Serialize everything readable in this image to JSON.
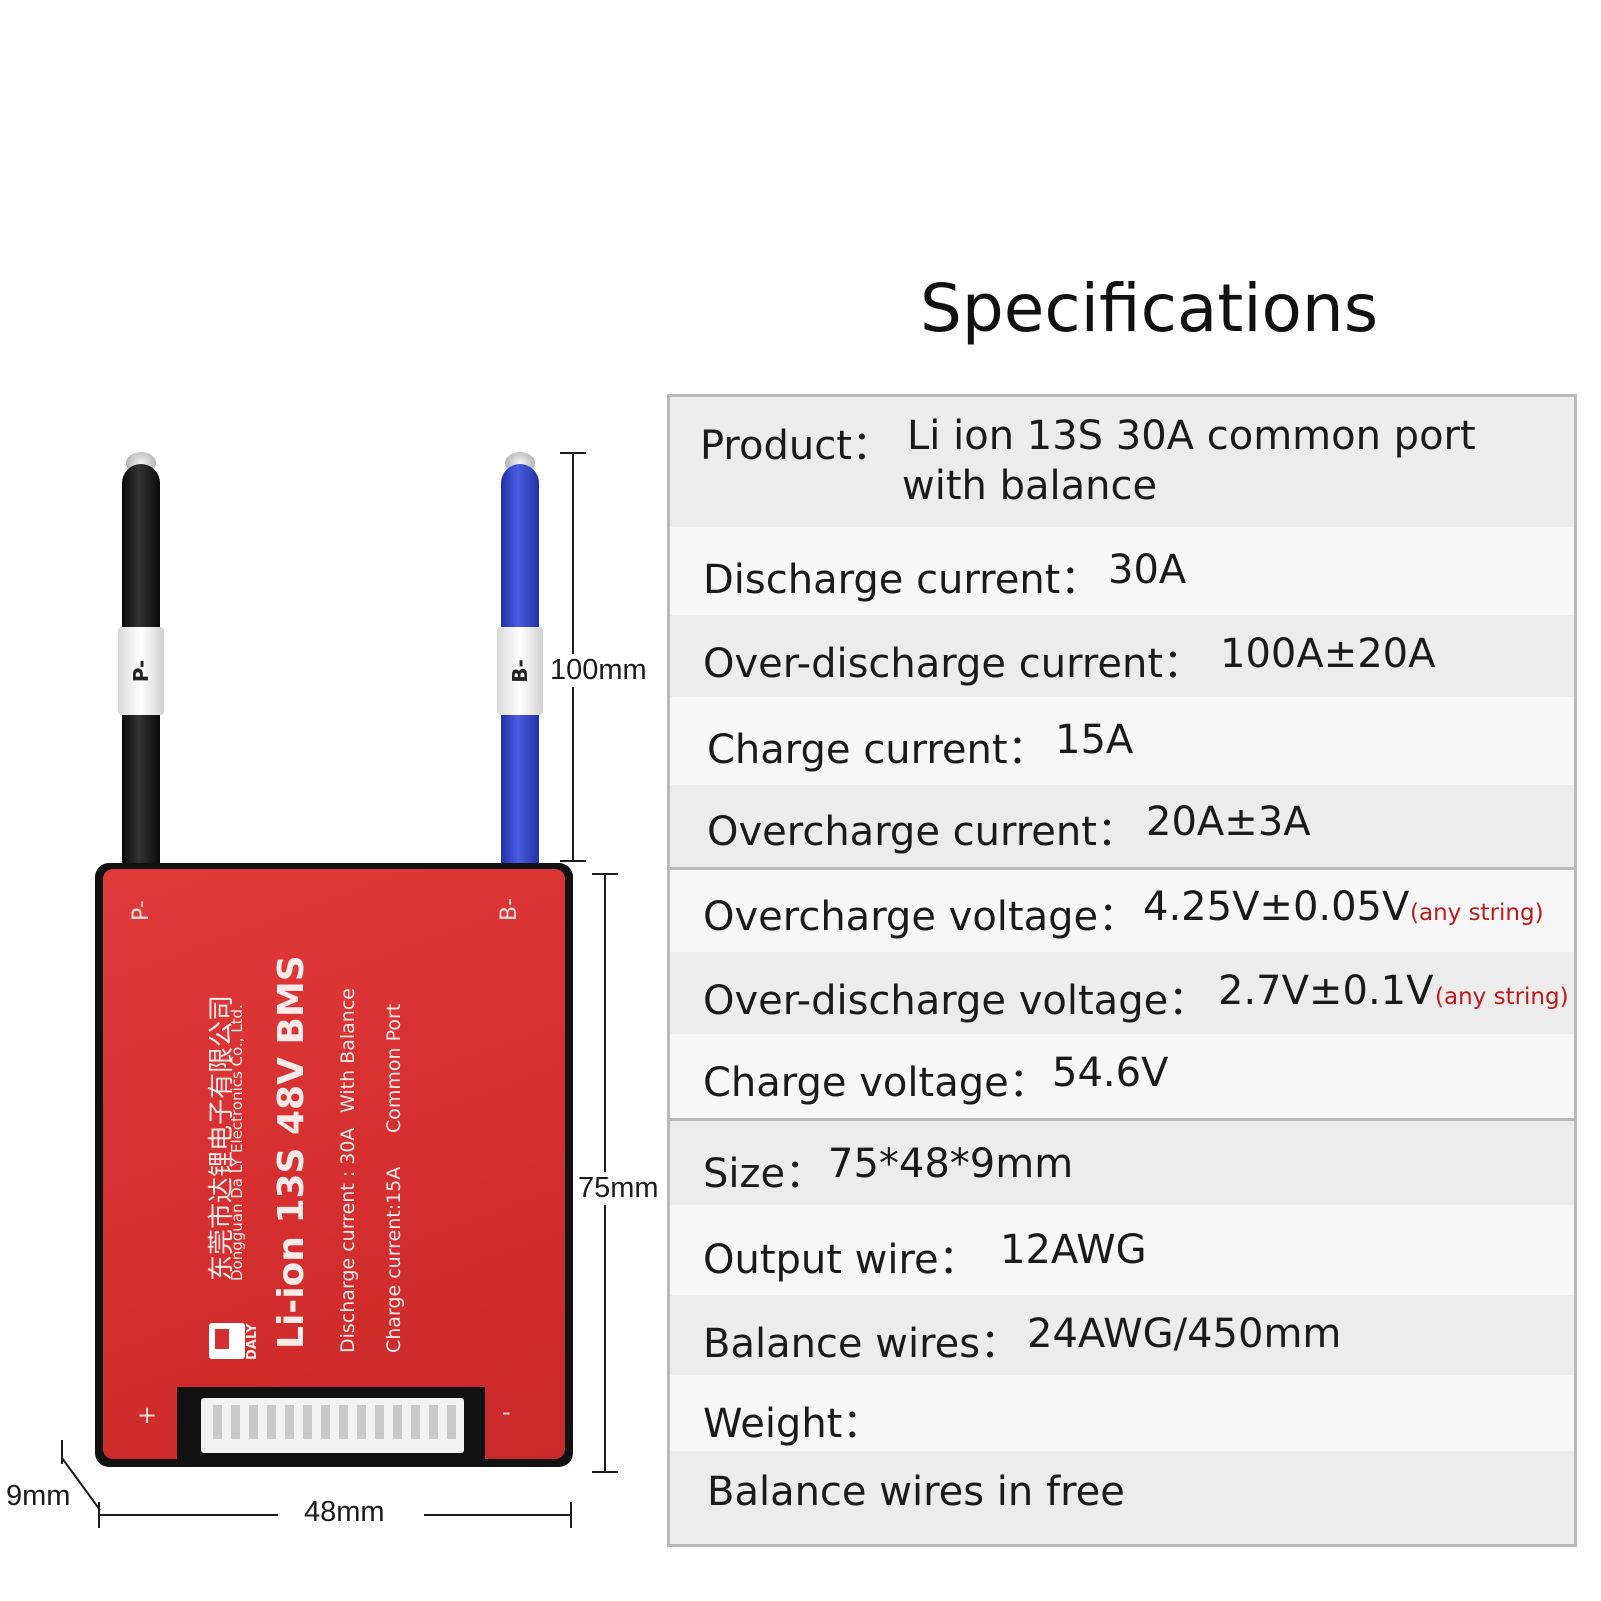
{
  "title": "Specifications",
  "specs": [
    {
      "label": "Product：",
      "value": "Li ion 13S 30A common port",
      "value_line2": "with balance"
    },
    {
      "label": "Discharge current：",
      "value": "30A"
    },
    {
      "label": "Over-discharge current：",
      "value": "100A±20A"
    },
    {
      "label": "Charge current：",
      "value": "15A"
    },
    {
      "label": "Overcharge current：",
      "value": "20A±3A"
    },
    {
      "label": "Overcharge voltage：",
      "value": "4.25V±0.05V",
      "note": "(any string)"
    },
    {
      "label": "Over-discharge voltage：",
      "value": "2.7V±0.1V",
      "note": "(any string)"
    },
    {
      "label": "Charge voltage：",
      "value": "54.6V"
    },
    {
      "label": "Size：",
      "value": "75*48*9mm"
    },
    {
      "label": "Output wire：",
      "value": "12AWG"
    },
    {
      "label": "Balance wires：",
      "value": "24AWG/450mm"
    },
    {
      "label": "Weight：",
      "value": ""
    },
    {
      "label": "Balance wires in free",
      "value": ""
    }
  ],
  "product": {
    "wire_p_label": "P-",
    "wire_b_label": "B-",
    "board_p_mark": "P-",
    "board_b_mark": "B-",
    "plus_mark": "+",
    "minus_mark": "-",
    "company_cn": "东莞市达锂电子有限公司",
    "company_en": "Dongguan Da LY Electronics Co., Ltd.",
    "model": "Li-ion 13S 48V BMS",
    "discharge_line": "Discharge  current : 30A",
    "with_balance": "With Balance",
    "charge_line": "Charge  current:15A",
    "common_port": "Common Port",
    "brand": "DALY"
  },
  "dimensions": {
    "wire_length": "100mm",
    "board_height": "75mm",
    "board_width": "48mm",
    "board_thickness": "9mm"
  },
  "colors": {
    "board_red": "#d62f2f",
    "wire_blue": "#3344c4",
    "wire_black": "#111111",
    "note_red": "#c0191c"
  }
}
